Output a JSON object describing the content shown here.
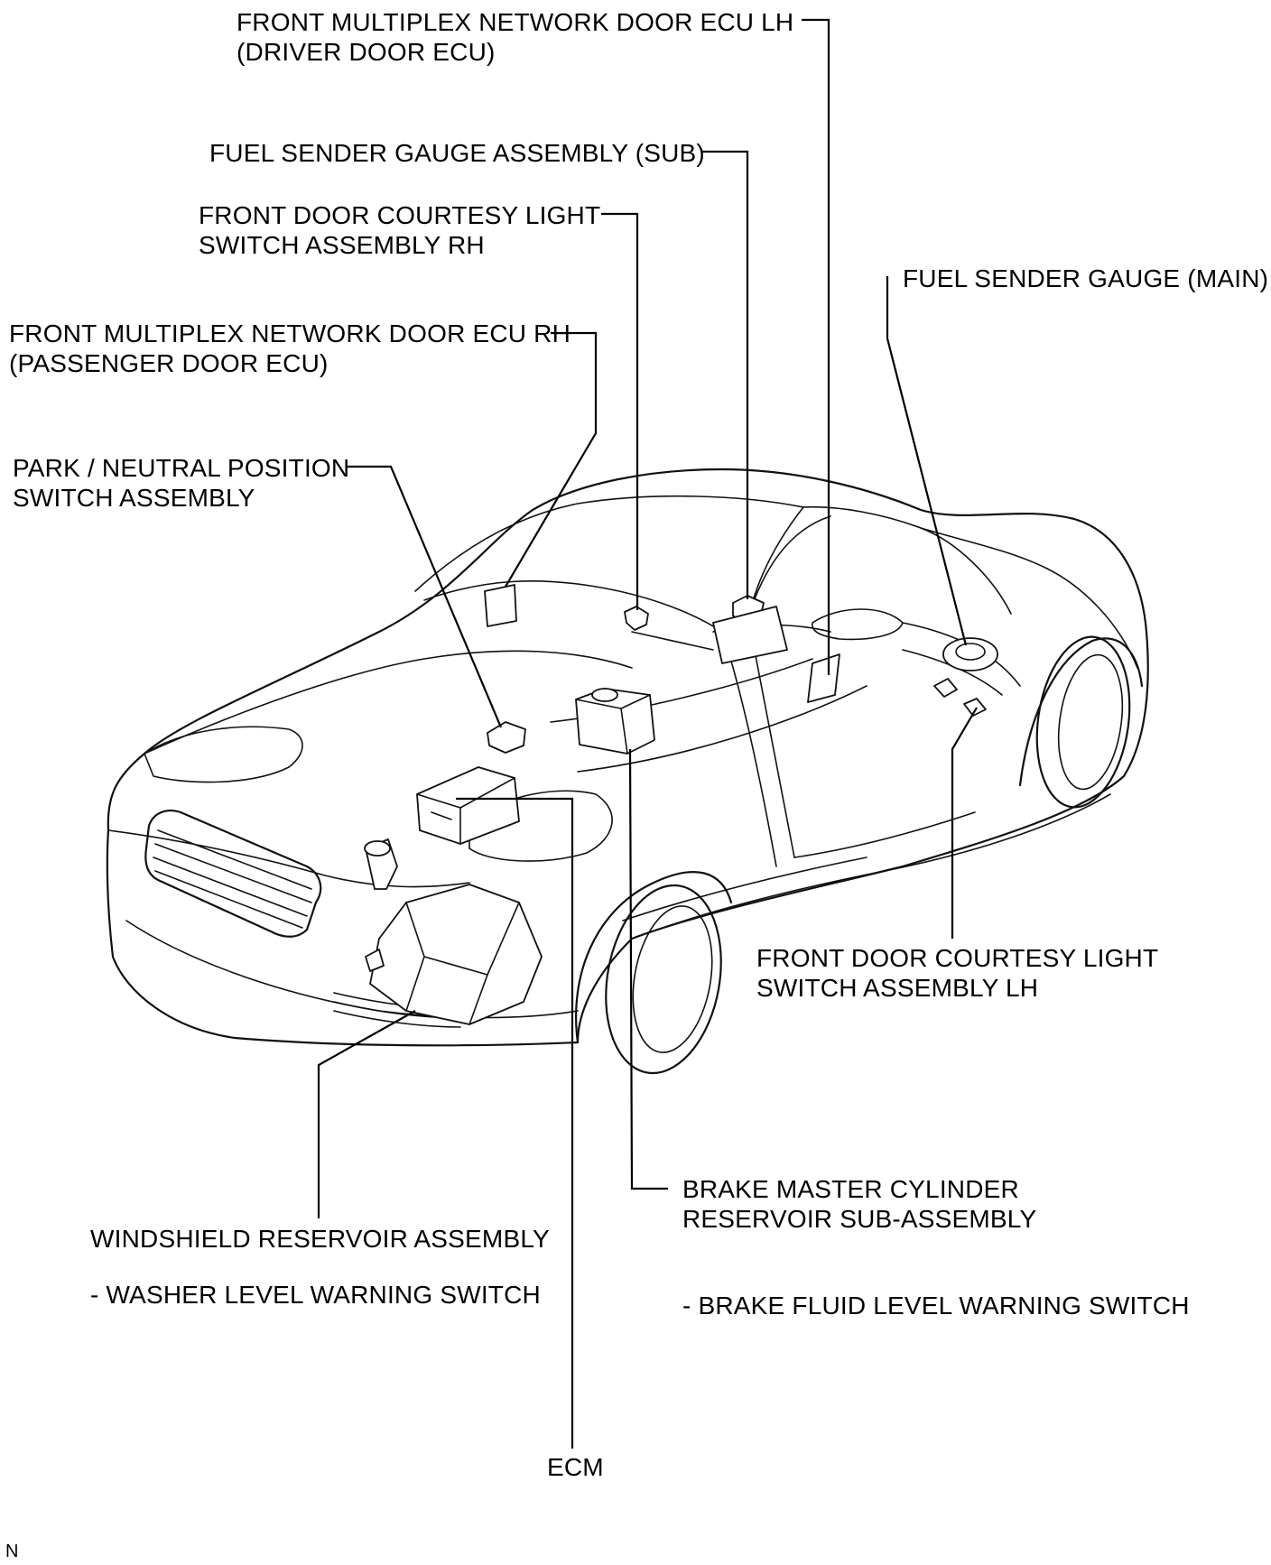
{
  "labels": {
    "driver_door_ecu": [
      "FRONT MULTIPLEX NETWORK DOOR ECU LH",
      "(DRIVER DOOR ECU)"
    ],
    "fuel_sender_sub": [
      "FUEL SENDER GAUGE ASSEMBLY (SUB)"
    ],
    "courtesy_switch_rh": [
      "FRONT DOOR COURTESY LIGHT",
      "SWITCH ASSEMBLY RH"
    ],
    "fuel_sender_main": [
      "FUEL SENDER GAUGE (MAIN)"
    ],
    "passenger_door_ecu": [
      "FRONT MULTIPLEX NETWORK DOOR ECU RH",
      "(PASSENGER DOOR ECU)"
    ],
    "park_neutral_switch": [
      "PARK / NEUTRAL POSITION",
      "SWITCH ASSEMBLY"
    ],
    "courtesy_switch_lh": [
      "FRONT DOOR COURTESY LIGHT",
      "SWITCH ASSEMBLY LH"
    ],
    "brake_master_reservoir": [
      "BRAKE MASTER CYLINDER",
      "RESERVOIR SUB-ASSEMBLY"
    ],
    "brake_fluid_switch": [
      "- BRAKE FLUID LEVEL WARNING SWITCH"
    ],
    "windshield_reservoir": [
      "WINDSHIELD RESERVOIR ASSEMBLY"
    ],
    "washer_level_switch": [
      "- WASHER LEVEL WARNING SWITCH"
    ],
    "ecm": [
      "ECM"
    ]
  },
  "corner_mark": "N"
}
